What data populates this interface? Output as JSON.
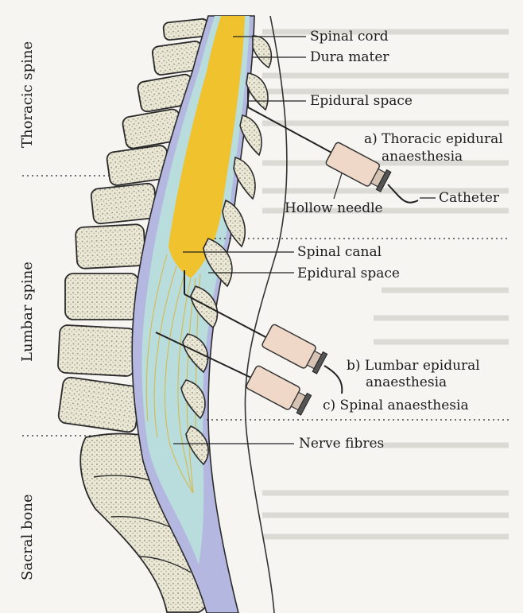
{
  "regions": {
    "thoracic": "Thoracic spine",
    "lumbar": "Lumbar spine",
    "sacral": "Sacral bone"
  },
  "labels": {
    "spinal_cord": "Spinal cord",
    "dura_mater": "Dura mater",
    "epidural_space_top": "Epidural space",
    "thoracic_epidural_1": "a) Thoracic epidural",
    "thoracic_epidural_2": "anaesthesia",
    "catheter": "Catheter",
    "hollow_needle": "Hollow needle",
    "spinal_canal": "Spinal canal",
    "epidural_space_mid": "Epidural space",
    "lumbar_epidural_1": "b) Lumbar epidural",
    "lumbar_epidural_2": "anaesthesia",
    "spinal_anaesthesia": "c) Spinal anaesthesia",
    "nerve_fibres": "Nerve fibres"
  },
  "colors": {
    "bone": "#ebe7d5",
    "cord": "#efc22e",
    "csf": "#b7d9df",
    "dura": "#aeb0dc",
    "syringe": "#efd8c8",
    "line": "#1e1e1e"
  }
}
